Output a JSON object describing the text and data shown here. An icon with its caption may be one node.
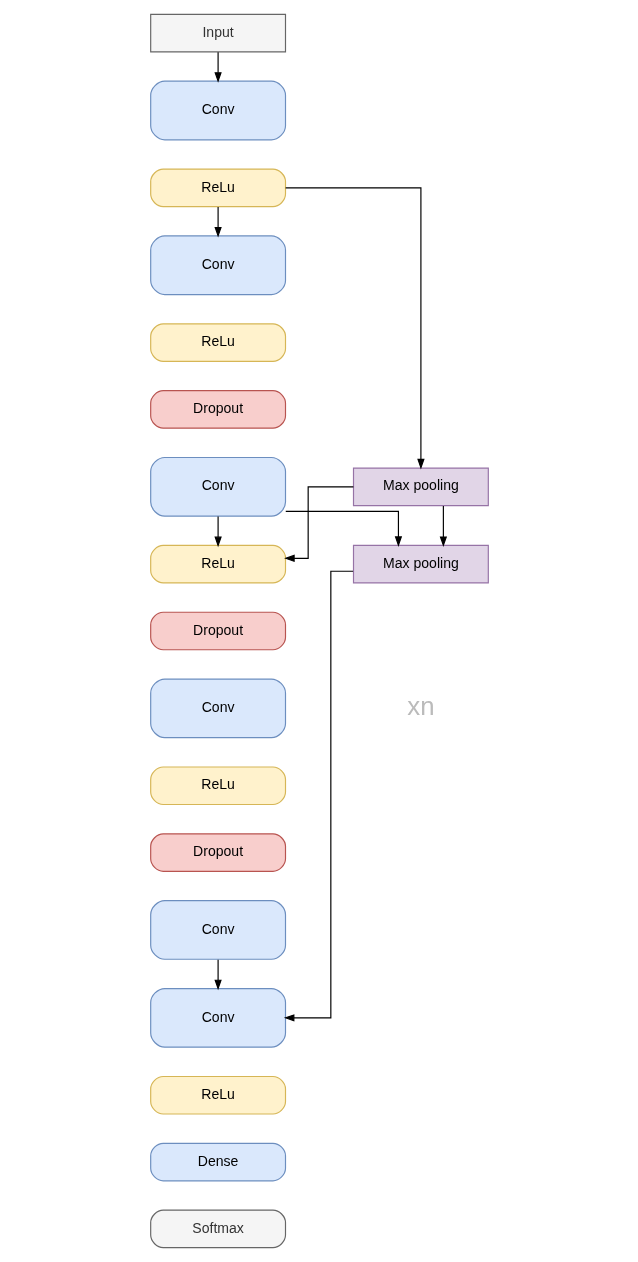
{
  "diagram": {
    "nodes": [
      {
        "text": [
          "Input"
        ]
      },
      {
        "text": [
          "Conv"
        ]
      },
      {
        "text": [
          "ReLu"
        ]
      },
      {
        "text": [
          "Conv"
        ]
      },
      {
        "text": [
          "ReLu"
        ]
      },
      {
        "text": [
          "Dropout"
        ]
      },
      {
        "text": [
          "Conv"
        ]
      },
      {
        "text": [
          "Max pooling"
        ]
      },
      {
        "text": [
          "ReLu"
        ]
      },
      {
        "text": [
          "Dropout"
        ]
      },
      {
        "text": [
          "Conv"
        ]
      },
      {
        "text": [
          "ReLu"
        ]
      },
      {
        "text": [
          "Dropout"
        ]
      },
      {
        "text": [
          "Conv"
        ]
      },
      {
        "text": [
          "Max pooling"
        ]
      },
      {
        "text": [
          "Conv"
        ]
      },
      {
        "text": [
          "ReLu"
        ]
      },
      {
        "text": [
          "Dense"
        ]
      },
      {
        "text": [
          "Softmax"
        ]
      }
    ],
    "edges": [
      {
        "from": 0,
        "to": 1,
        "arrow": "to"
      },
      {
        "from": 2,
        "to": 3,
        "arrow": "to"
      },
      {
        "from": 2,
        "to": 7,
        "arrow": "to"
      },
      {
        "from": 6,
        "to": 8,
        "arrow": "to"
      },
      {
        "from": 7,
        "to": 8,
        "arrow": "to"
      },
      {
        "from": 6,
        "to": 14,
        "arrow": "to"
      },
      {
        "from": 7,
        "to": 14,
        "arrow": "to"
      },
      {
        "from": 13,
        "to": 15,
        "arrow": "to"
      },
      {
        "from": 14,
        "to": 15,
        "arrow": "to"
      }
    ],
    "labels": [
      "xn"
    ]
  }
}
